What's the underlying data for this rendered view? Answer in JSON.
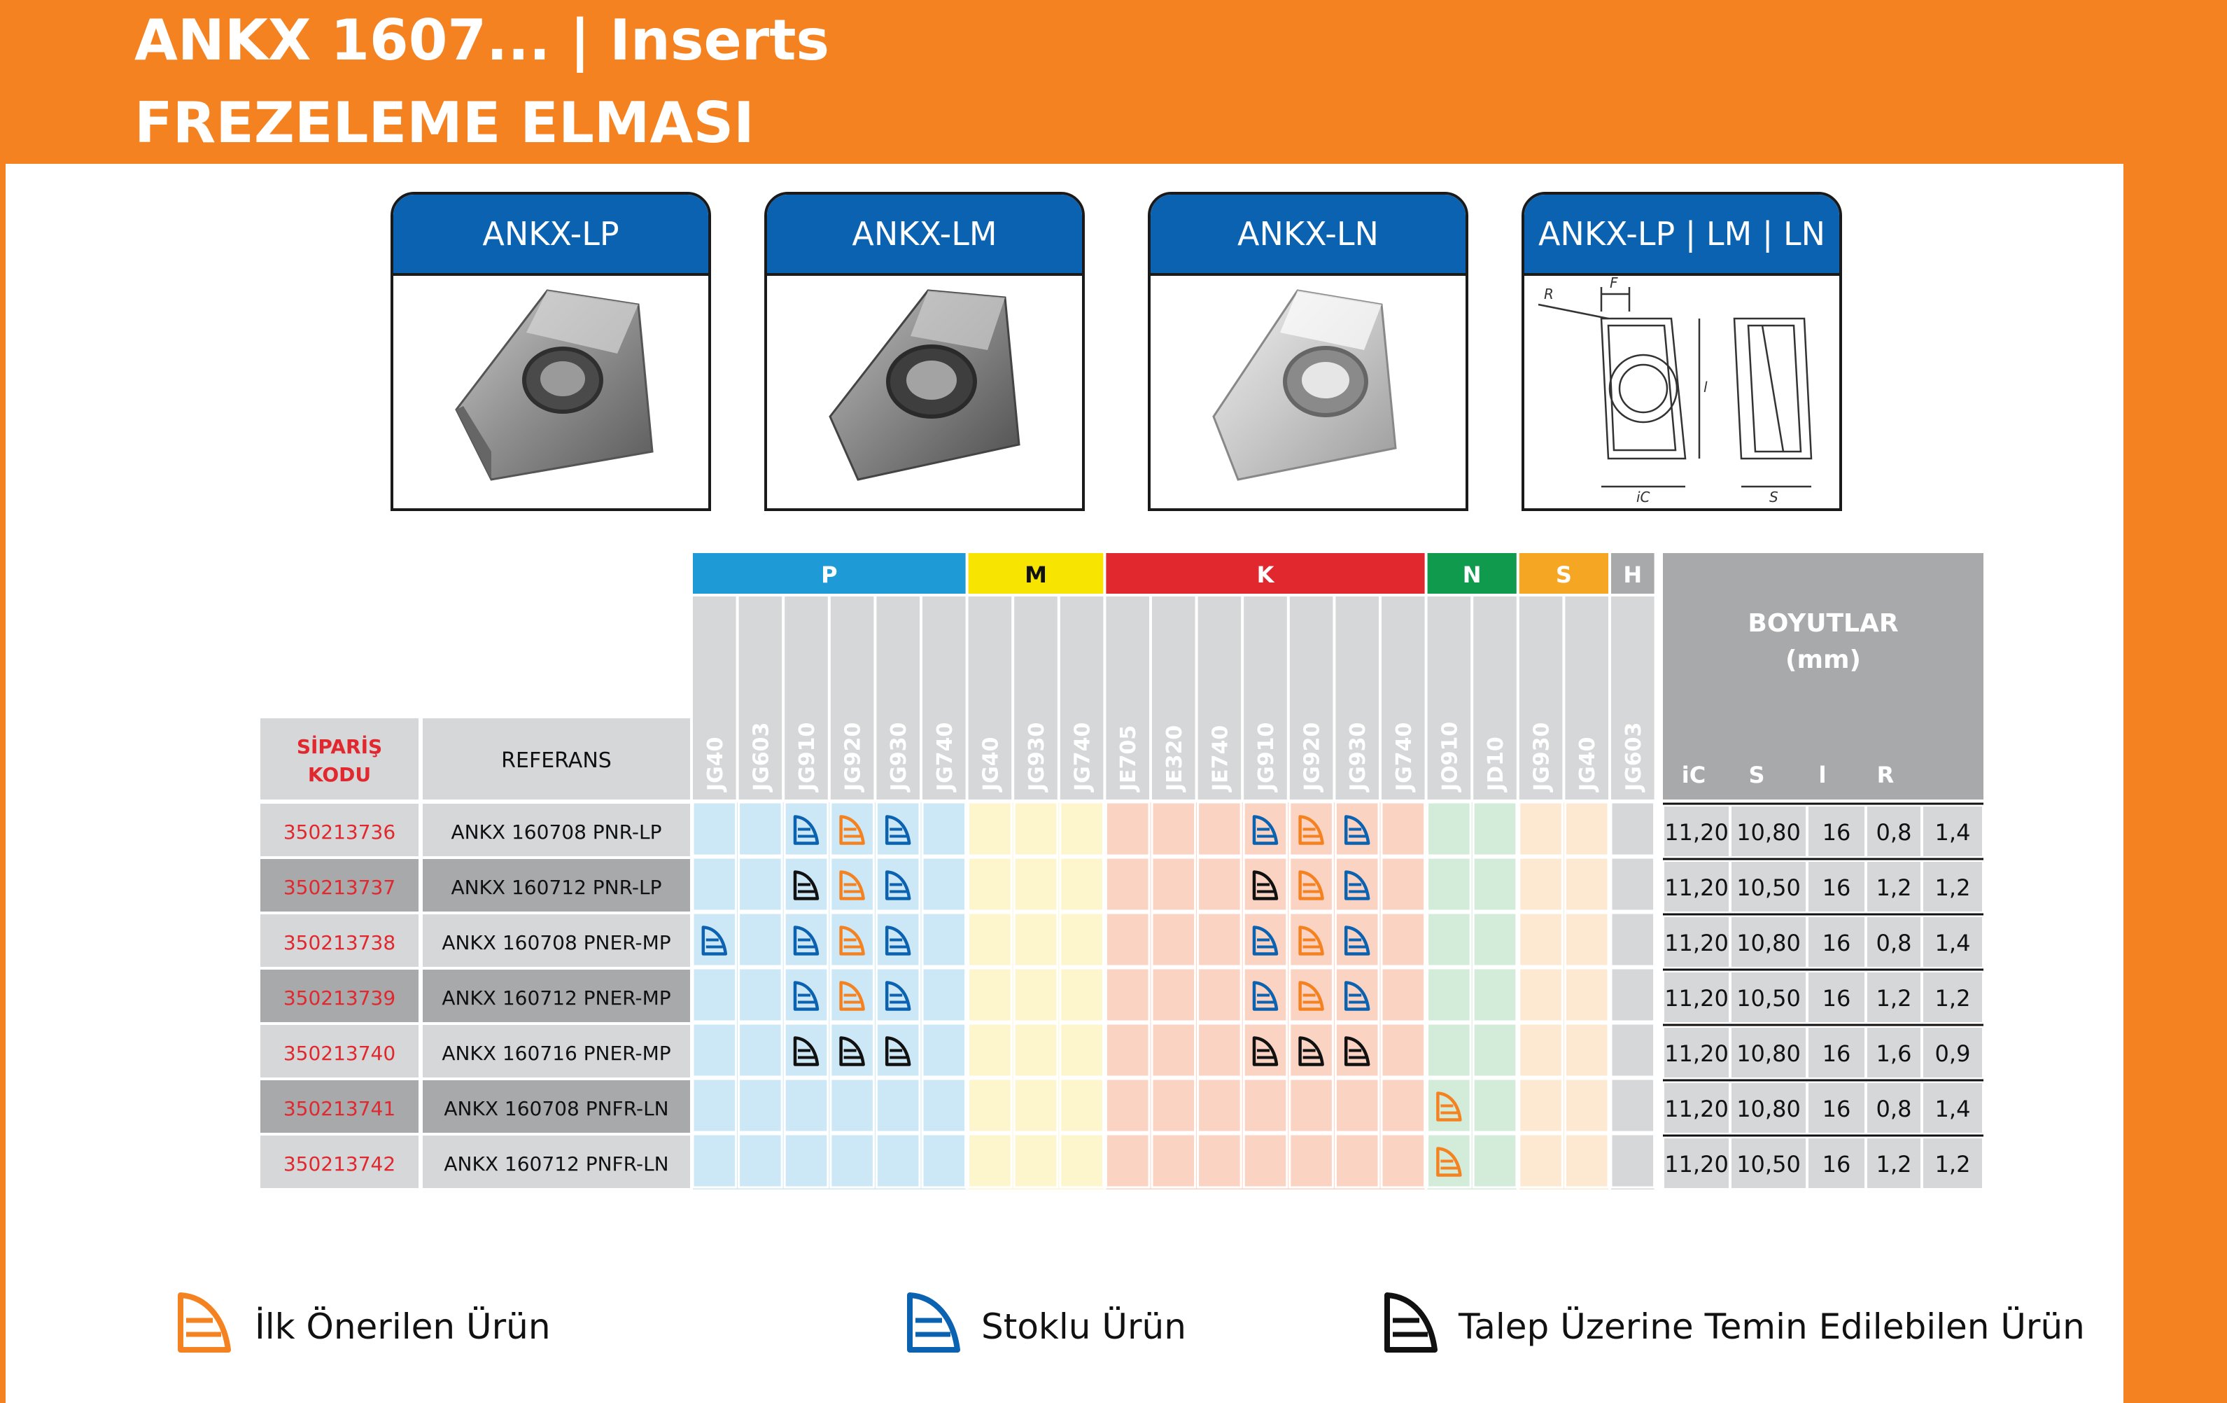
{
  "header": {
    "title_line1": "ANKX 1607... | Inserts",
    "title_line2": "FREZELEME ELMASI"
  },
  "cards": [
    {
      "label": "ANKX-LP",
      "image": "insert-lp"
    },
    {
      "label": "ANKX-LM",
      "image": "insert-lm"
    },
    {
      "label": "ANKX-LN",
      "image": "insert-ln"
    },
    {
      "label": "ANKX-LP | LM | LN",
      "image": "technical-drawing"
    }
  ],
  "drawing_labels": {
    "R": "R",
    "F": "F",
    "l": "l",
    "iC": "iC",
    "S": "S"
  },
  "table": {
    "order_code_header": "SİPARİŞ KODU",
    "reference_header": "REFERANS",
    "dimensions_header_line1": "BOYUTLAR",
    "dimensions_header_line2": "(mm)",
    "dimension_columns": [
      "iC",
      "S",
      "l",
      "R"
    ],
    "groups": [
      {
        "label": "P",
        "color": "#1e9ad6",
        "light": "#cce8f7",
        "grades": [
          "JG40",
          "JG603",
          "JG910",
          "JG920",
          "JG930",
          "JG740"
        ]
      },
      {
        "label": "M",
        "color": "#f7e400",
        "light": "#fdf6cc",
        "grades": [
          "JG40",
          "JG930",
          "JG740"
        ]
      },
      {
        "label": "K",
        "color": "#e0282e",
        "light": "#fbd3c3",
        "grades": [
          "JE705",
          "JE320",
          "JE740",
          "JG910",
          "JG920",
          "JG930",
          "JG740"
        ]
      },
      {
        "label": "N",
        "color": "#0f9a4e",
        "light": "#d3ecd9",
        "grades": [
          "JO910",
          "JD10"
        ]
      },
      {
        "label": "S",
        "color": "#f5a623",
        "light": "#fde9d2",
        "grades": [
          "JG930",
          "JG40"
        ]
      },
      {
        "label": "H",
        "color": "#a8a9ab",
        "light": "#d6d7d8",
        "grades": [
          "JG603"
        ]
      }
    ],
    "rows": [
      {
        "code": "350213736",
        "ref": "ANKX 160708 PNR-LP",
        "marks": {
          "2": "blue",
          "3": "orange",
          "4": "blue",
          "12": "blue",
          "13": "orange",
          "14": "blue"
        },
        "dims": [
          "11,20",
          "10,80",
          "16",
          "0,8",
          "1,4"
        ]
      },
      {
        "code": "350213737",
        "ref": "ANKX 160712 PNR-LP",
        "marks": {
          "2": "black",
          "3": "orange",
          "4": "blue",
          "12": "black",
          "13": "orange",
          "14": "blue"
        },
        "dims": [
          "11,20",
          "10,50",
          "16",
          "1,2",
          "1,2"
        ]
      },
      {
        "code": "350213738",
        "ref": "ANKX 160708 PNER-MP",
        "marks": {
          "0": "blue",
          "2": "blue",
          "3": "orange",
          "4": "blue",
          "12": "blue",
          "13": "orange",
          "14": "blue"
        },
        "dims": [
          "11,20",
          "10,80",
          "16",
          "0,8",
          "1,4"
        ]
      },
      {
        "code": "350213739",
        "ref": "ANKX 160712 PNER-MP",
        "marks": {
          "2": "blue",
          "3": "orange",
          "4": "blue",
          "12": "blue",
          "13": "orange",
          "14": "blue"
        },
        "dims": [
          "11,20",
          "10,50",
          "16",
          "1,2",
          "1,2"
        ]
      },
      {
        "code": "350213740",
        "ref": "ANKX 160716 PNER-MP",
        "marks": {
          "2": "black",
          "3": "black",
          "4": "black",
          "12": "black",
          "13": "black",
          "14": "black"
        },
        "dims": [
          "11,20",
          "10,80",
          "16",
          "1,6",
          "0,9"
        ]
      },
      {
        "code": "350213741",
        "ref": "ANKX 160708 PNFR-LN",
        "marks": {
          "16": "orange"
        },
        "dims": [
          "11,20",
          "10,80",
          "16",
          "0,8",
          "1,4"
        ]
      },
      {
        "code": "350213742",
        "ref": "ANKX 160712 PNFR-LN",
        "marks": {
          "16": "orange"
        },
        "dims": [
          "11,20",
          "10,50",
          "16",
          "1,2",
          "1,2"
        ]
      }
    ]
  },
  "legend": [
    {
      "icon": "orange",
      "label": "İlk Önerilen Ürün"
    },
    {
      "icon": "blue",
      "label": "Stoklu Ürün"
    },
    {
      "icon": "black",
      "label": "Talep Üzerine Temin Edilebilen Ürün"
    }
  ],
  "colors": {
    "orange": "#f58220",
    "blue_mark": "#0b62b0",
    "black_mark": "#111111",
    "code_red": "#e0282e",
    "gray_dark": "#a8a9ab",
    "gray_light": "#d6d7d8"
  }
}
